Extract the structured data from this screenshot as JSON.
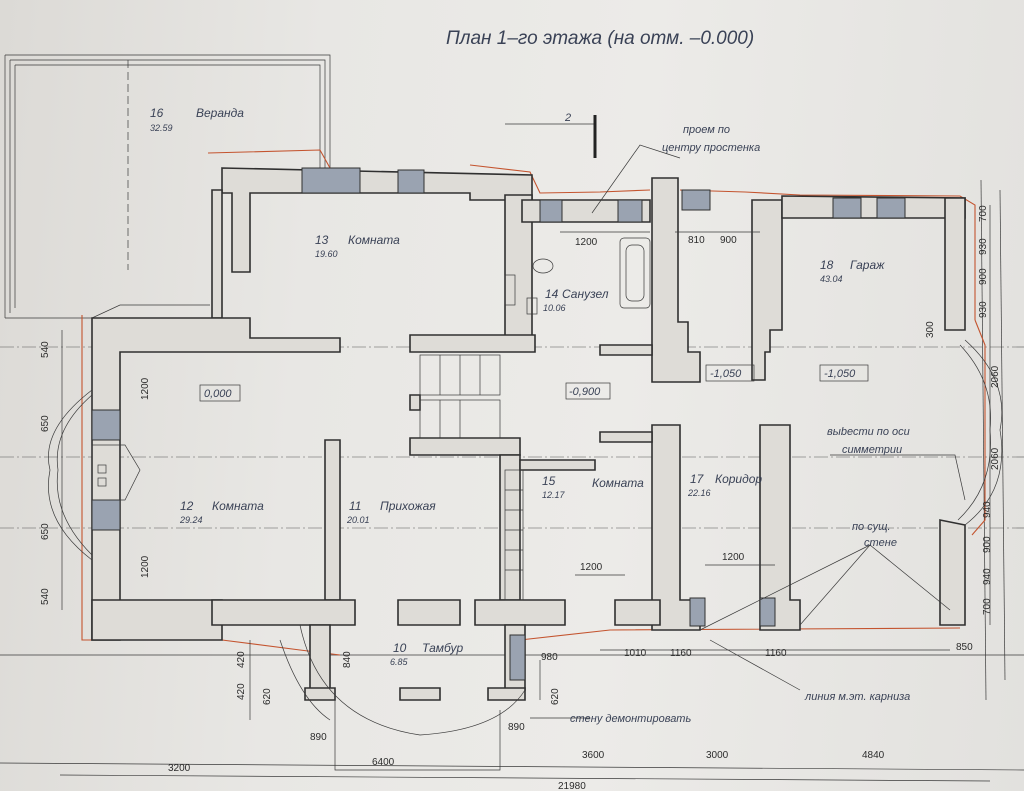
{
  "title": "План 1–го этажа (на отм. –0.000)",
  "rooms": [
    {
      "num": "16",
      "name": "Веранда",
      "area": "32.59"
    },
    {
      "num": "13",
      "name": "Комната",
      "area": "19.60"
    },
    {
      "num": "14",
      "name": "Санузел",
      "area": "10.06"
    },
    {
      "num": "18",
      "name": "Гараж",
      "area": "43.04"
    },
    {
      "num": "12",
      "name": "Комната",
      "area": "29.24"
    },
    {
      "num": "11",
      "name": "Прихожая",
      "area": "20.01"
    },
    {
      "num": "15",
      "name": "Комната",
      "area": "12.17"
    },
    {
      "num": "17",
      "name": "Коридор",
      "area": "22.16"
    },
    {
      "num": "10",
      "name": "Тамбур",
      "area": "6.85"
    }
  ],
  "levels": [
    "0,000",
    "-0,900",
    "-1,050",
    "-1,050"
  ],
  "notes": {
    "section": "2",
    "opening": [
      "проем по",
      "центру простенка"
    ],
    "axis": [
      "выbести по оси",
      "симметрии"
    ],
    "existing": [
      "по сущ.",
      "стене"
    ],
    "cornice": "линия м.эт. карниза",
    "demolish": "стену демонтировать"
  },
  "dims": {
    "top": [
      "1200",
      "810",
      "900"
    ],
    "right": [
      "700",
      "930",
      "900",
      "930",
      "2060",
      "2060",
      "940",
      "900",
      "940",
      "700",
      "850"
    ],
    "left": [
      "540",
      "1200",
      "650",
      "650",
      "1200",
      "540"
    ],
    "inner": [
      "300",
      "1200",
      "1200"
    ],
    "bottom_small": [
      "420",
      "420",
      "840",
      "620",
      "890",
      "980",
      "620",
      "890",
      "1010",
      "1160",
      "1160"
    ],
    "bottom": [
      "3200",
      "6400",
      "3600",
      "3000",
      "4840"
    ],
    "total": "21980"
  }
}
